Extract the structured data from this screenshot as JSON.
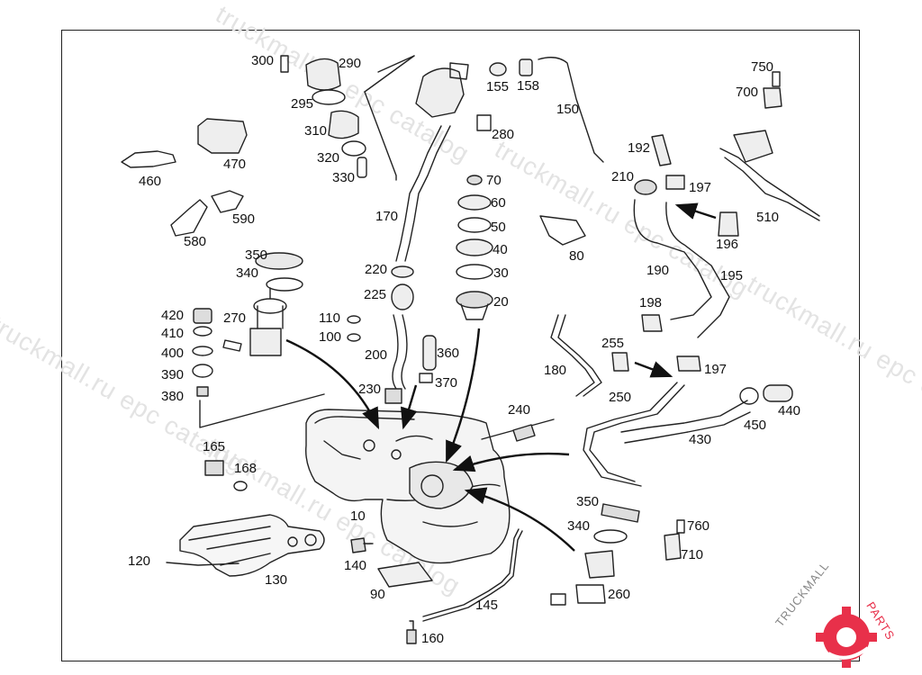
{
  "watermarks": [
    "truckmall.ru epc catalog",
    "truckmall.ru epc catalog",
    "truckmall.ru epc catalog",
    "truckmall.ru epc catalog",
    "truckmall.ru epc catalog"
  ],
  "brand": {
    "part1": "TRUCKMALL",
    "part2": "PARTS",
    "color_primary": "#e8304a",
    "color_secondary": "#888888"
  },
  "callouts": {
    "c300": "300",
    "c290": "290",
    "c295": "295",
    "c310": "310",
    "c320": "320",
    "c330": "330",
    "c460": "460",
    "c470": "470",
    "c580": "580",
    "c590": "590",
    "c155": "155",
    "c158": "158",
    "c150": "150",
    "c280": "280",
    "c170": "170",
    "c70": "70",
    "c60": "60",
    "c50": "50",
    "c40": "40",
    "c30": "30",
    "c20": "20",
    "c80": "80",
    "c220": "220",
    "c225": "225",
    "c192": "192",
    "c210": "210",
    "c197a": "197",
    "c510": "510",
    "c750": "750",
    "c700": "700",
    "c196": "196",
    "c190": "190",
    "c195": "195",
    "c198": "198",
    "c350a": "350",
    "c340a": "340",
    "c270": "270",
    "c420": "420",
    "c410": "410",
    "c400": "400",
    "c390": "390",
    "c380": "380",
    "c110": "110",
    "c100": "100",
    "c200": "200",
    "c360": "360",
    "c370": "370",
    "c230": "230",
    "c180": "180",
    "c255": "255",
    "c197b": "197",
    "c250": "250",
    "c240": "240",
    "c440": "440",
    "c450": "450",
    "c430": "430",
    "c165": "165",
    "c168": "168",
    "c10": "10",
    "c350b": "350",
    "c340b": "340",
    "c760": "760",
    "c710": "710",
    "c120": "120",
    "c130": "130",
    "c140": "140",
    "c90": "90",
    "c145": "145",
    "c260": "260",
    "c160": "160"
  }
}
